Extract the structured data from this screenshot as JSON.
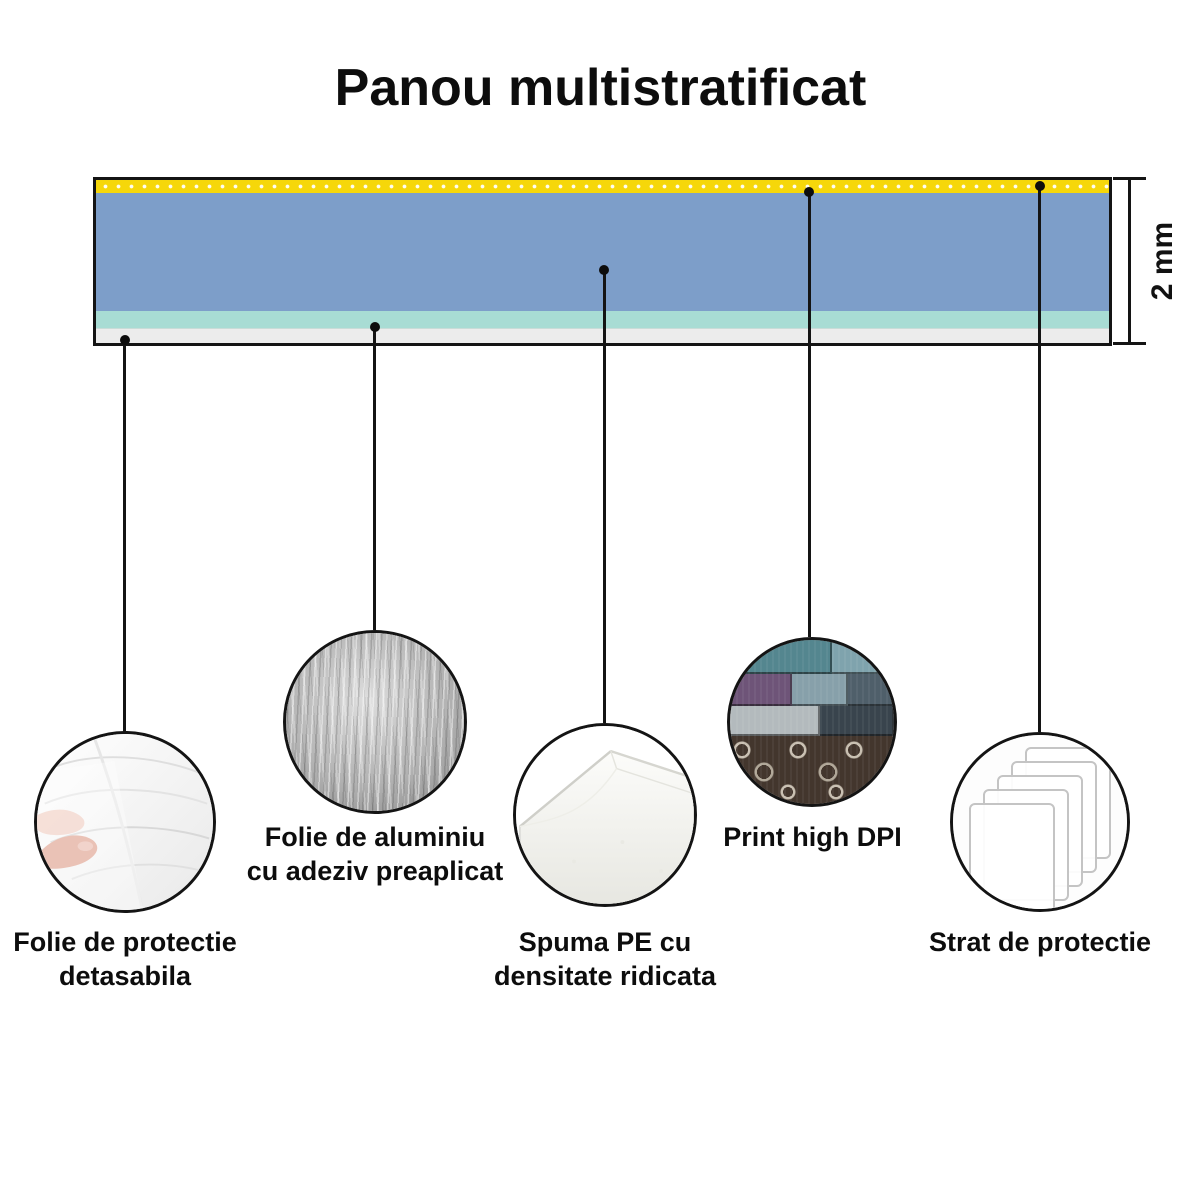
{
  "title": "Panou multistratificat",
  "dimension": {
    "label": "2 mm"
  },
  "panel": {
    "layers": [
      {
        "name": "adhesive-top-strip",
        "color": "#f6d70a"
      },
      {
        "name": "core",
        "color": "#7d9ec9"
      },
      {
        "name": "foam-backing",
        "color": "#a8dcd4"
      },
      {
        "name": "base-strip",
        "color": "#ececec"
      }
    ]
  },
  "callouts": [
    {
      "icon": "hand-holding-transparent-film-photo",
      "label_line1": "Folie de protectie",
      "label_line2": "detasabila"
    },
    {
      "icon": "aluminum-foil-texture-photo",
      "label_line1": "Folie de aluminiu",
      "label_line2": "cu adeziv preaplicat"
    },
    {
      "icon": "white-pe-foam-block-photo",
      "label_line1": "Spuma PE cu",
      "label_line2": "densitate ridicata"
    },
    {
      "icon": "printed-wood-pattern-photo",
      "label_line1": "Print high DPI",
      "label_line2": ""
    },
    {
      "icon": "stacked-protective-sheets-photo",
      "label_line1": "Strat de protectie",
      "label_line2": ""
    }
  ]
}
